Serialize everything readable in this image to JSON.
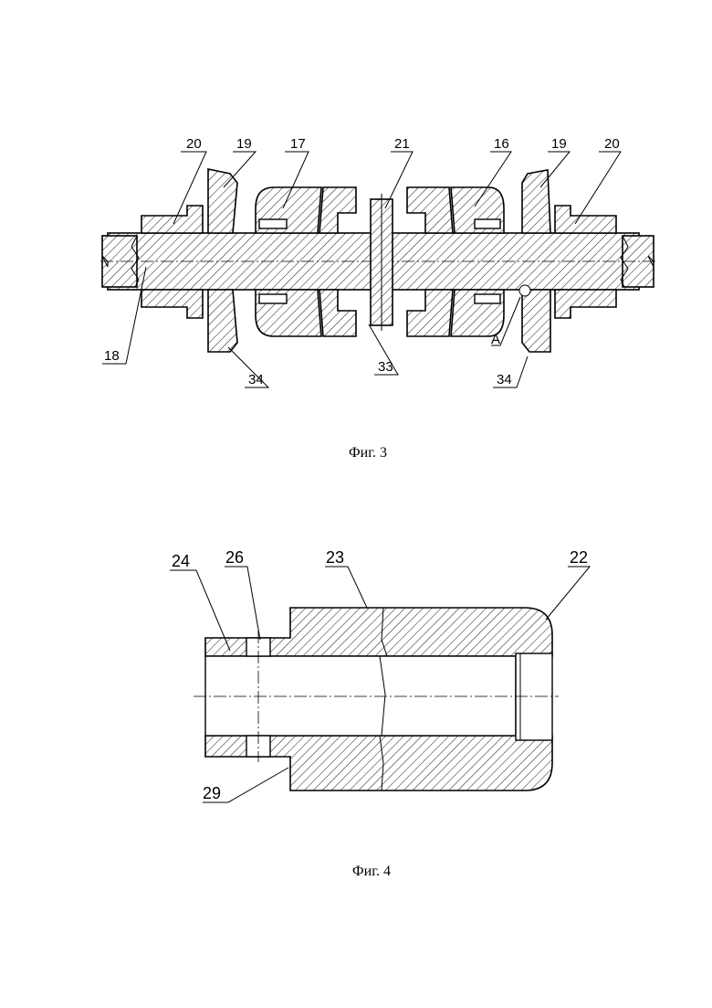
{
  "fig3": {
    "caption": "Фиг. 3",
    "labels": {
      "l20a": "20",
      "l19a": "19",
      "l17": "17",
      "l21": "21",
      "l16": "16",
      "l19b": "19",
      "l20b": "20",
      "l18": "18",
      "l34a": "34",
      "l33": "33",
      "lA": "A",
      "l34b": "34"
    }
  },
  "fig4": {
    "caption": "Фиг. 4",
    "labels": {
      "l24": "24",
      "l26": "26",
      "l23": "23",
      "l22": "22",
      "l29": "29"
    }
  }
}
